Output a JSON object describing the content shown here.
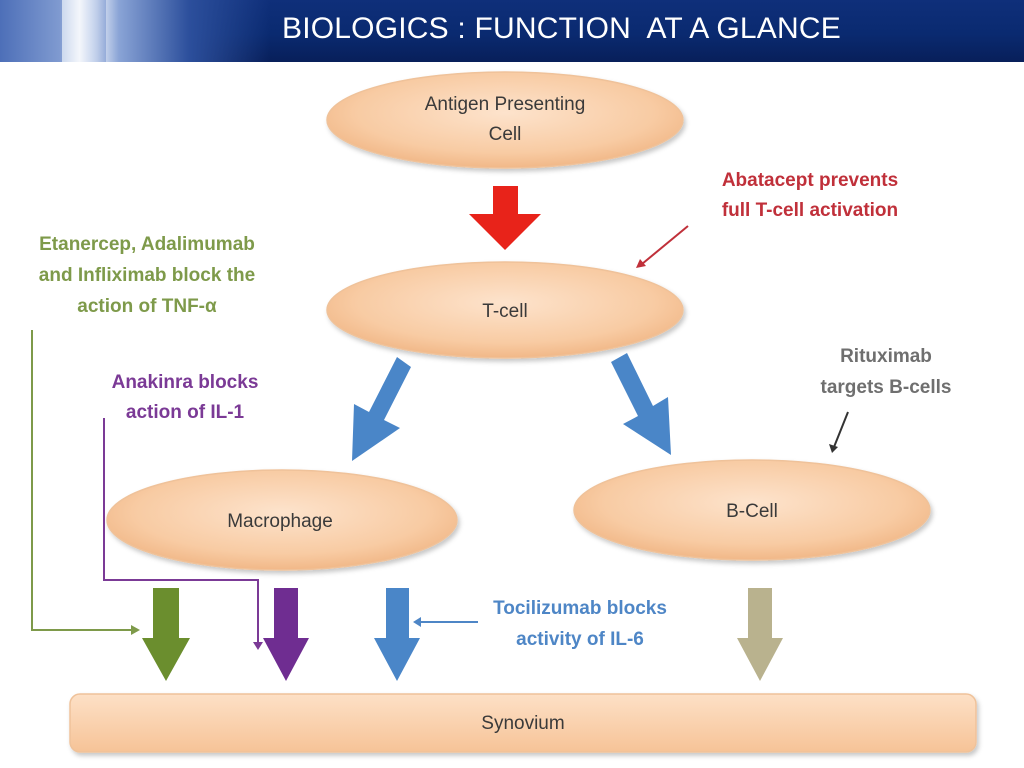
{
  "title": "BIOLOGICS : FUNCTION  AT A GLANCE",
  "nodes": {
    "apc": [
      "Antigen Presenting",
      "Cell"
    ],
    "tcell": "T-cell",
    "macrophage": "Macrophage",
    "bcell": "B-Cell",
    "synovium": "Synovium"
  },
  "notes": {
    "abatacept": [
      "Abatacept  prevents",
      "full T-cell activation"
    ],
    "etanercept": [
      "Etanercep, Adalimumab",
      "and  Infliximab block the",
      "action of TNF-α"
    ],
    "anakinra": [
      "Anakinra blocks",
      "action of IL-1"
    ],
    "rituximab": [
      "Rituximab",
      "targets B-cells"
    ],
    "tocilizumab": [
      "Tocilizumab blocks",
      "activity of IL-6"
    ]
  },
  "colors": {
    "header_bg": "#0a2a70",
    "node_fill": "#f7c9a0",
    "red_arrow": "#e8231a",
    "blue_arrow": "#4a86c8",
    "green_arrow": "#6b8e2e",
    "purple_arrow": "#6f2d91",
    "khaki_arrow": "#b9b28e",
    "abatacept_text": "#c0303a",
    "etanercept_text": "#7e9a4a",
    "anakinra_text": "#7b3a96",
    "rituximab_text": "#6f6f6f",
    "tocilizumab_text": "#4e86c6"
  }
}
